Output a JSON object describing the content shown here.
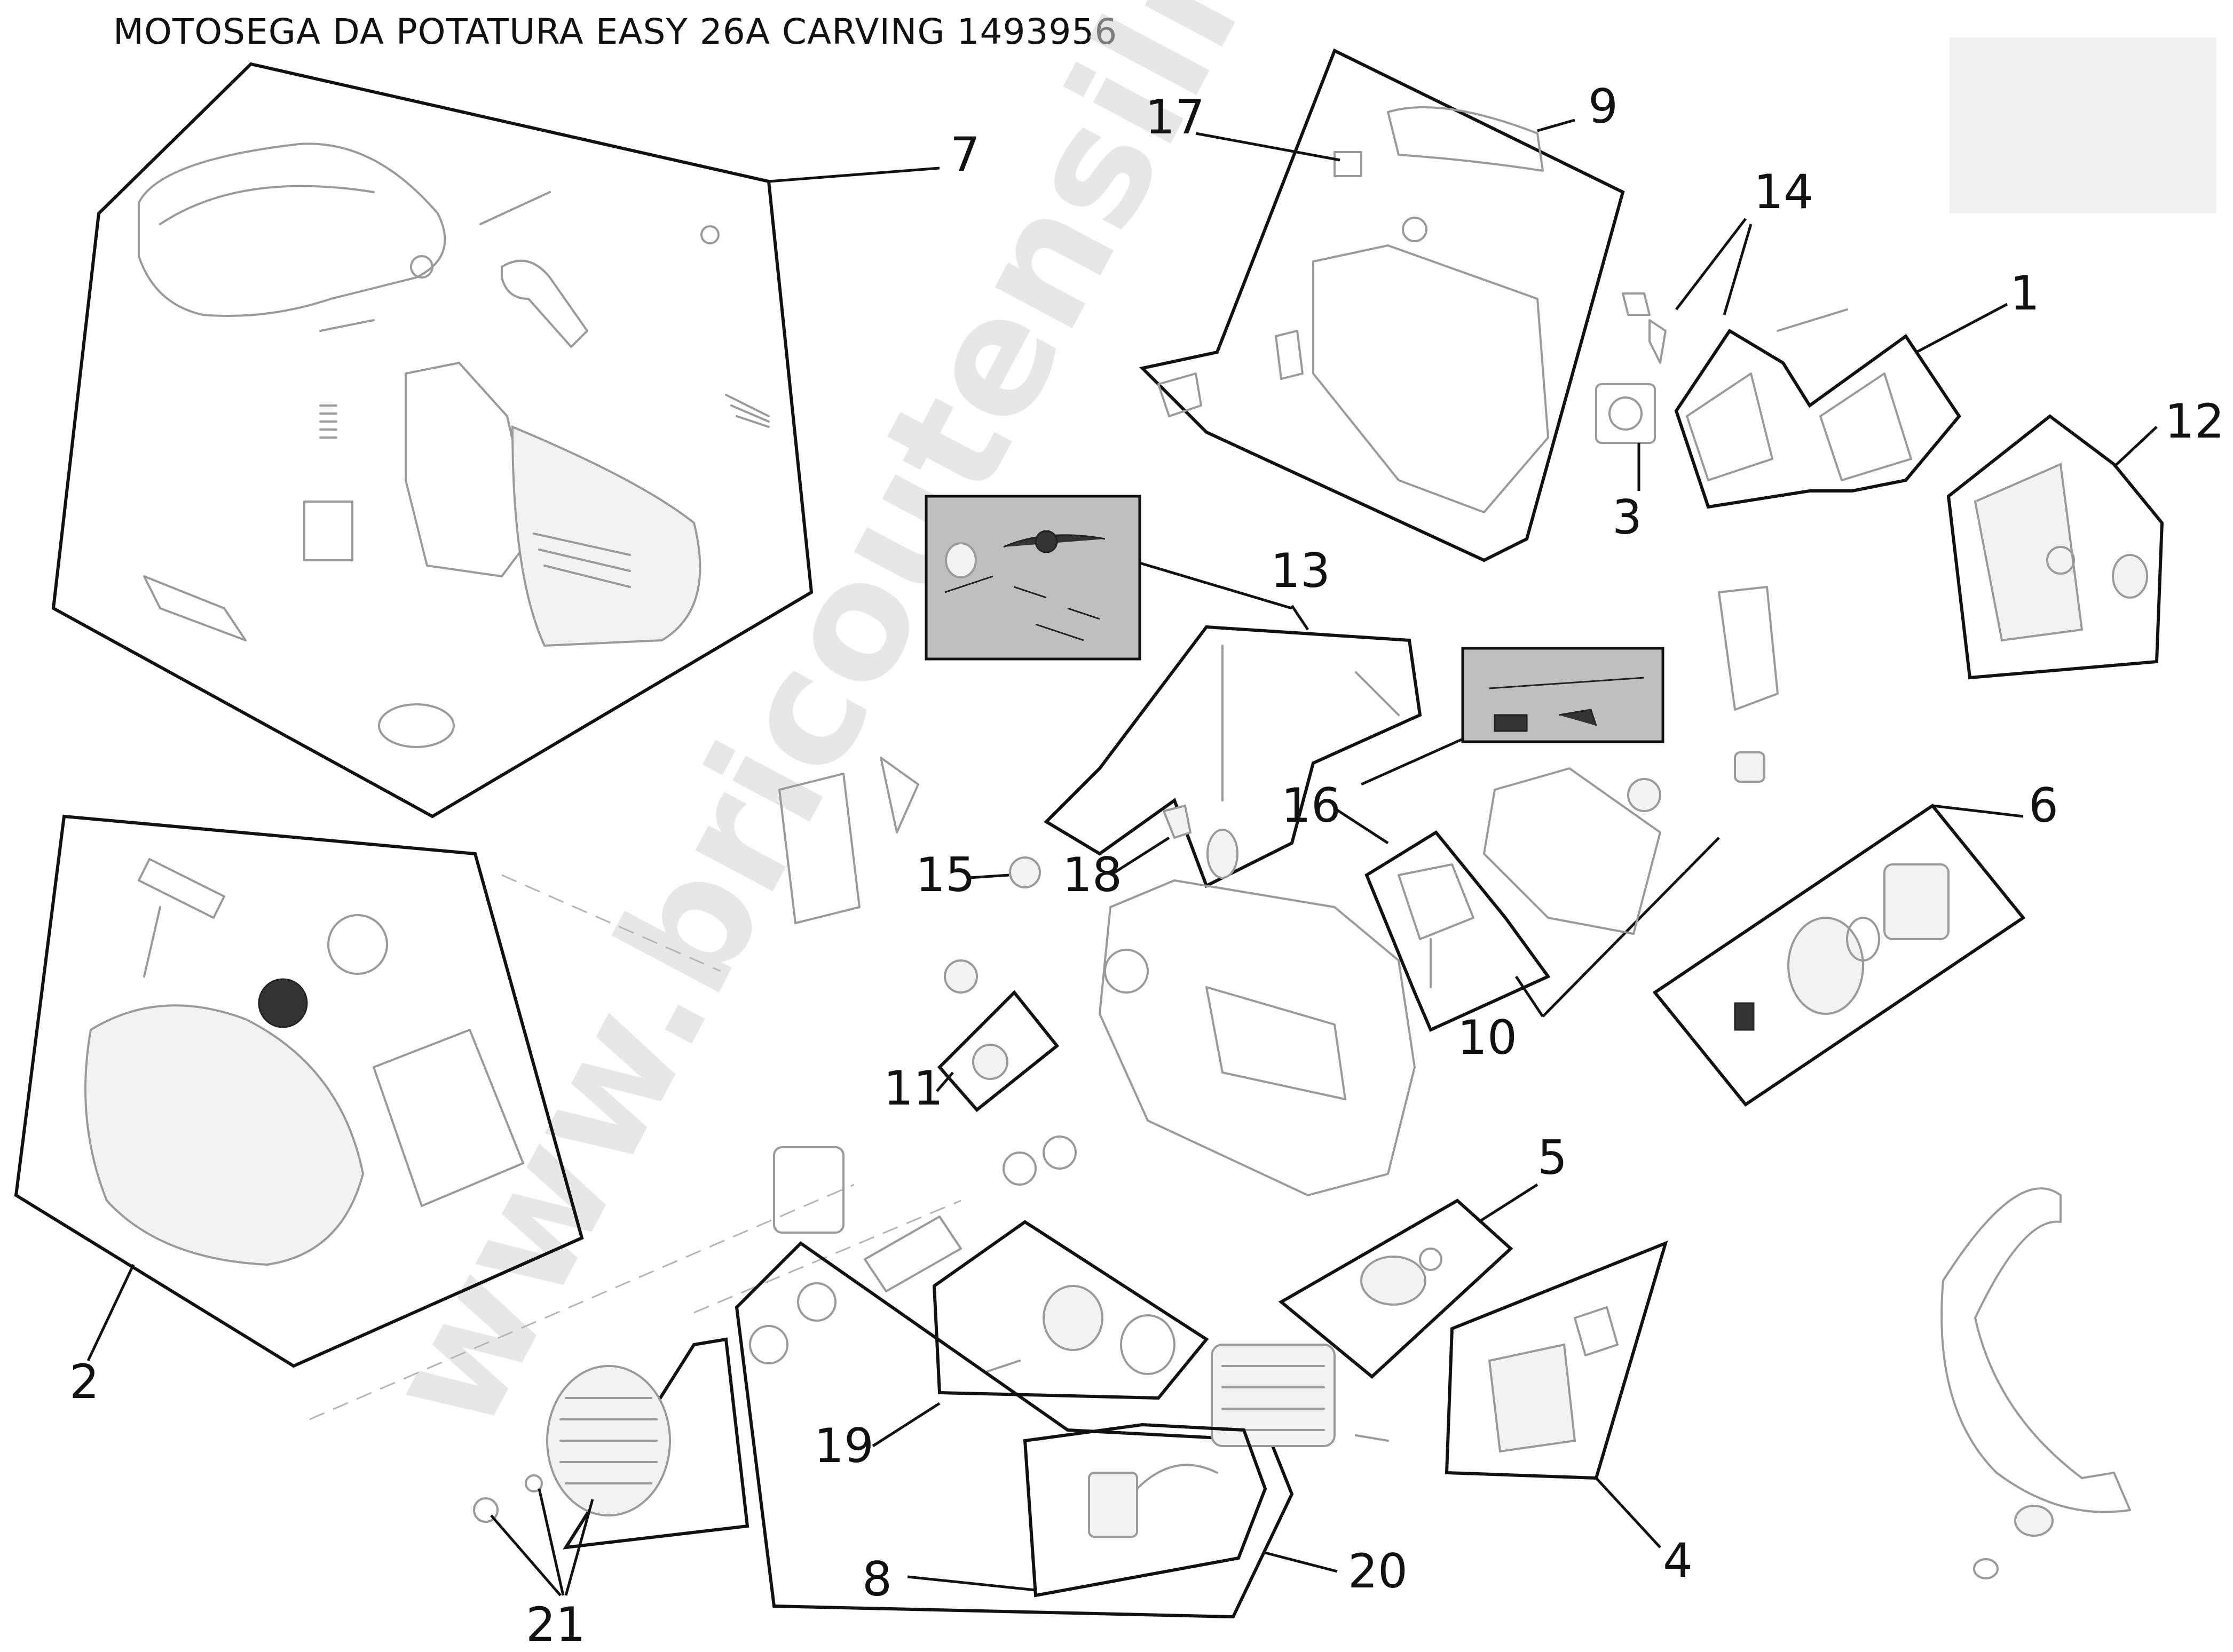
{
  "title": "MOTOSEGA DA POTATURA EASY 26A CARVING 1493956",
  "watermark": "www.bricoutensili.com",
  "callouts": {
    "c1": "1",
    "c2": "2",
    "c3": "3",
    "c4": "4",
    "c5": "5",
    "c6": "6",
    "c7": "7",
    "c8": "8",
    "c9": "9",
    "c10": "10",
    "c11": "11",
    "c12": "12",
    "c13": "13",
    "c14": "14",
    "c15": "15",
    "c16": "16",
    "c17": "17",
    "c18": "18",
    "c19": "19",
    "c20": "20",
    "c21": "21"
  }
}
